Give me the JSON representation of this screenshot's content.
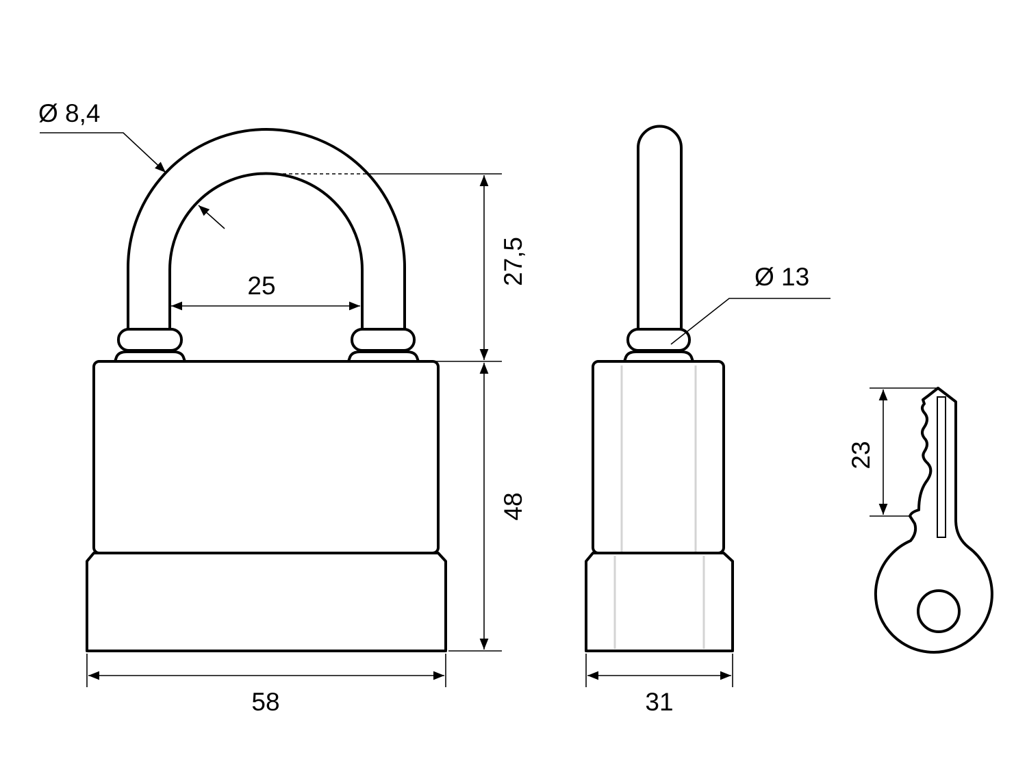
{
  "dimensions": {
    "shackle_diameter": "Ø 8,4",
    "shackle_inner_width": "25",
    "shackle_clearance": "27,5",
    "body_height": "48",
    "body_width": "58",
    "shackle_side_diameter": "Ø 13",
    "body_depth": "31",
    "key_blade_length": "23"
  },
  "colors": {
    "line": "#000000",
    "hidden_edge": "#d4d4d4"
  }
}
